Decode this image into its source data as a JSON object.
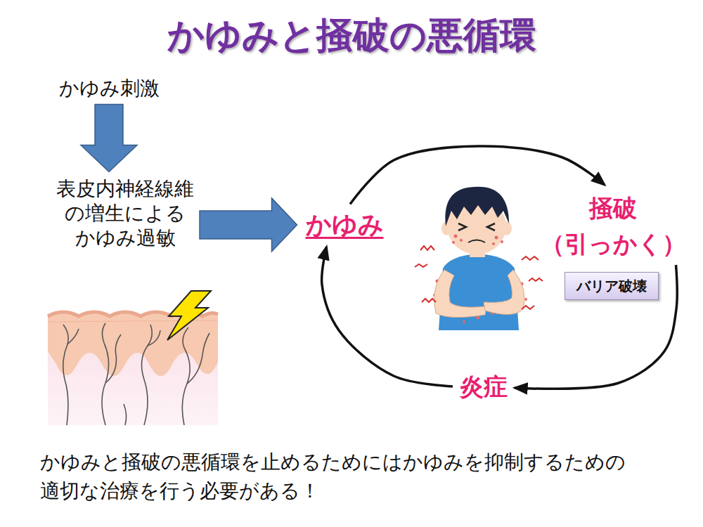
{
  "diagram": {
    "title": "かゆみと掻破の悪循環",
    "caption": "かゆみと掻破の悪循環を止めるためにはかゆみを抑制するための 適切な治療を行う必要がある！",
    "nodes": [
      {
        "text": [
          "かゆみ刺激"
        ]
      },
      {
        "text": [
          "表皮内神経線維 の増生による かゆみ過敏"
        ]
      },
      {
        "text": [
          "かゆみ"
        ]
      },
      {
        "text": [
          "掻破 （引っかく）"
        ]
      },
      {
        "text": [
          "バリア破壊"
        ]
      },
      {
        "text": [
          "炎症"
        ]
      }
    ],
    "edges": [
      {
        "from": 0,
        "to": 1,
        "arrow": "to"
      },
      {
        "from": 1,
        "to": 2,
        "arrow": "to"
      },
      {
        "from": 2,
        "to": 3,
        "arrow": "to"
      },
      {
        "from": 3,
        "to": 5,
        "arrow": "to"
      },
      {
        "from": 5,
        "to": 2,
        "arrow": "to"
      }
    ]
  }
}
